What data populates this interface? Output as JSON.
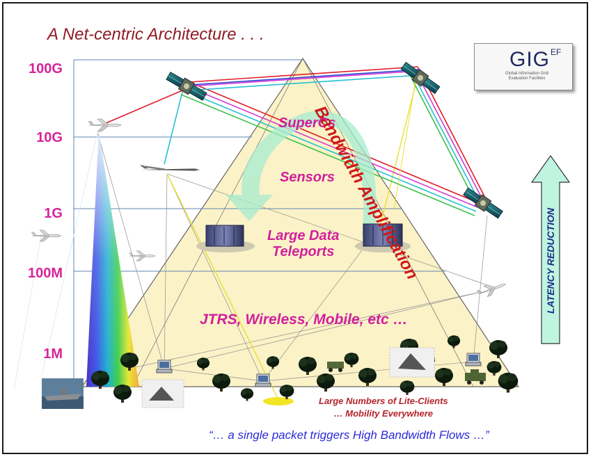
{
  "title": "A Net-centric Architecture . . .",
  "axis_labels": [
    "100G",
    "10G",
    "1G",
    "100M",
    "1M"
  ],
  "labels": {
    "supercs": "SuperCs",
    "sensors": "Sensors",
    "data_line1": "Large Data",
    "data_line2": "Teleports",
    "jtrs": "JTRS, Wireless, Mobile, etc …",
    "bandwidth": "Bandwidth Amplification",
    "latency": "LATENCY REDUCTION",
    "lite_line1": "Large Numbers of Lite-Clients",
    "lite_line2": "… Mobility Everywhere"
  },
  "quote": "“… a single packet triggers High Bandwidth Flows …”",
  "logo": {
    "text": "GIG",
    "superscript": "EF",
    "sub_line1": "Global Information Grid",
    "sub_line2": "Evaluation Facilities",
    "icon": "gig-network-logo-icon"
  },
  "icons": [
    "satellite-icon",
    "aircraft-icon",
    "uav-drone-icon",
    "server-rack-icon",
    "laptop-icon",
    "tree-icon",
    "military-vehicle-icon",
    "ship-icon",
    "antenna-dish-icon"
  ],
  "colors": {
    "title": "#8e1d24",
    "axis": "#d6249a",
    "magenta_label": "#d11f9c",
    "bandwidth": "#d01818",
    "latency_arrow": "#bff5e0",
    "latency_text": "#1c2a8a",
    "quote": "#2a2ad8",
    "pyramid_fill": "#fbf2c7",
    "grid_line": "#5f86b3"
  }
}
